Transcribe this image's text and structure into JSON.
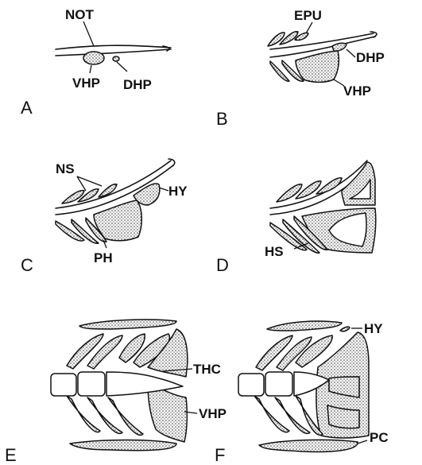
{
  "panels": [
    {
      "letter": "A",
      "labels": {
        "not": "NOT",
        "vhp": "VHP",
        "dhp": "DHP"
      }
    },
    {
      "letter": "B",
      "labels": {
        "epu": "EPU",
        "dhp": "DHP",
        "vhp": "VHP"
      }
    },
    {
      "letter": "C",
      "labels": {
        "ns": "NS",
        "hy": "HY",
        "ph": "PH"
      }
    },
    {
      "letter": "D",
      "labels": {
        "hs": "HS"
      }
    },
    {
      "letter": "E",
      "labels": {
        "thc": "THC",
        "vhp": "VHP"
      }
    },
    {
      "letter": "F",
      "labels": {
        "hy": "HY",
        "pc": "PC"
      }
    }
  ],
  "colors": {
    "ink": "#111111",
    "background": "#ffffff"
  }
}
